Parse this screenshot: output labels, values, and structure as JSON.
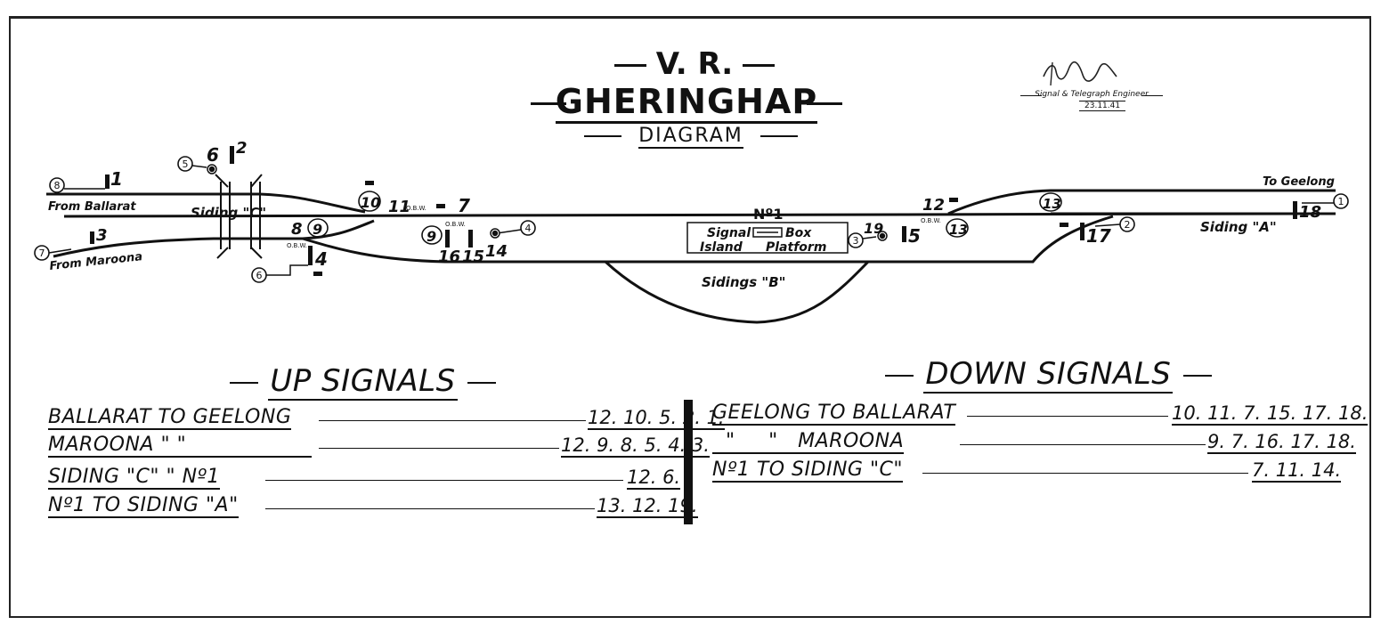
{
  "header": {
    "railway": "V. R.",
    "station": "GHERINGHAP",
    "subtitle": "DIAGRAM",
    "engineer_role": "Signal & Telegraph Engineer",
    "engineer_date": "23.11.41"
  },
  "labels": {
    "from_ballarat": "From Ballarat",
    "from_maroona": "From Maroona",
    "siding_c": "Siding \"C\"",
    "no1": "Nº1",
    "signal_box_1": "Signal",
    "signal_box_2": "Box",
    "island_1": "Island",
    "island_2": "Platform",
    "sidings_b": "Sidings \"B\"",
    "to_geelong": "To Geelong",
    "siding_a": "Siding \"A\"",
    "obw": "O.B.W."
  },
  "signal_numbers": {
    "s1": "1",
    "s2": "2",
    "s3": "3",
    "s4": "4",
    "s5": "5",
    "s6": "6",
    "s7": "7",
    "s8": "8",
    "s9": "9",
    "s10": "10",
    "s11": "11",
    "s12": "12",
    "s13": "13",
    "s14": "14",
    "s15": "15",
    "s16": "16",
    "s17": "17",
    "s18": "18",
    "s19": "19"
  },
  "circles": [
    "1",
    "2",
    "3",
    "4",
    "5",
    "6",
    "7",
    "8"
  ],
  "up_signals": {
    "heading": "UP SIGNALS",
    "rows": [
      {
        "route": "BALLARAT  TO  GEELONG",
        "seq": "12. 10. 5. 2. 1."
      },
      {
        "route": "MAROONA     \"      \"",
        "seq": "12. 9. 8. 5. 4. 3."
      },
      {
        "route": "SIDING  \"C\"   \"   Nº1",
        "seq": "12. 6."
      },
      {
        "route": "Nº1  TO  SIDING  \"A\"",
        "seq": "13. 12. 19."
      }
    ]
  },
  "down_signals": {
    "heading": "DOWN SIGNALS",
    "rows": [
      {
        "route": "GEELONG  TO  BALLARAT",
        "seq": "10. 11. 7. 15. 17. 18."
      },
      {
        "route": "  \"     \"   MAROONA",
        "seq": "9. 7. 16. 17. 18."
      },
      {
        "route": "Nº1  TO  SIDING  \"C\"",
        "seq": "7. 11. 14."
      }
    ]
  }
}
